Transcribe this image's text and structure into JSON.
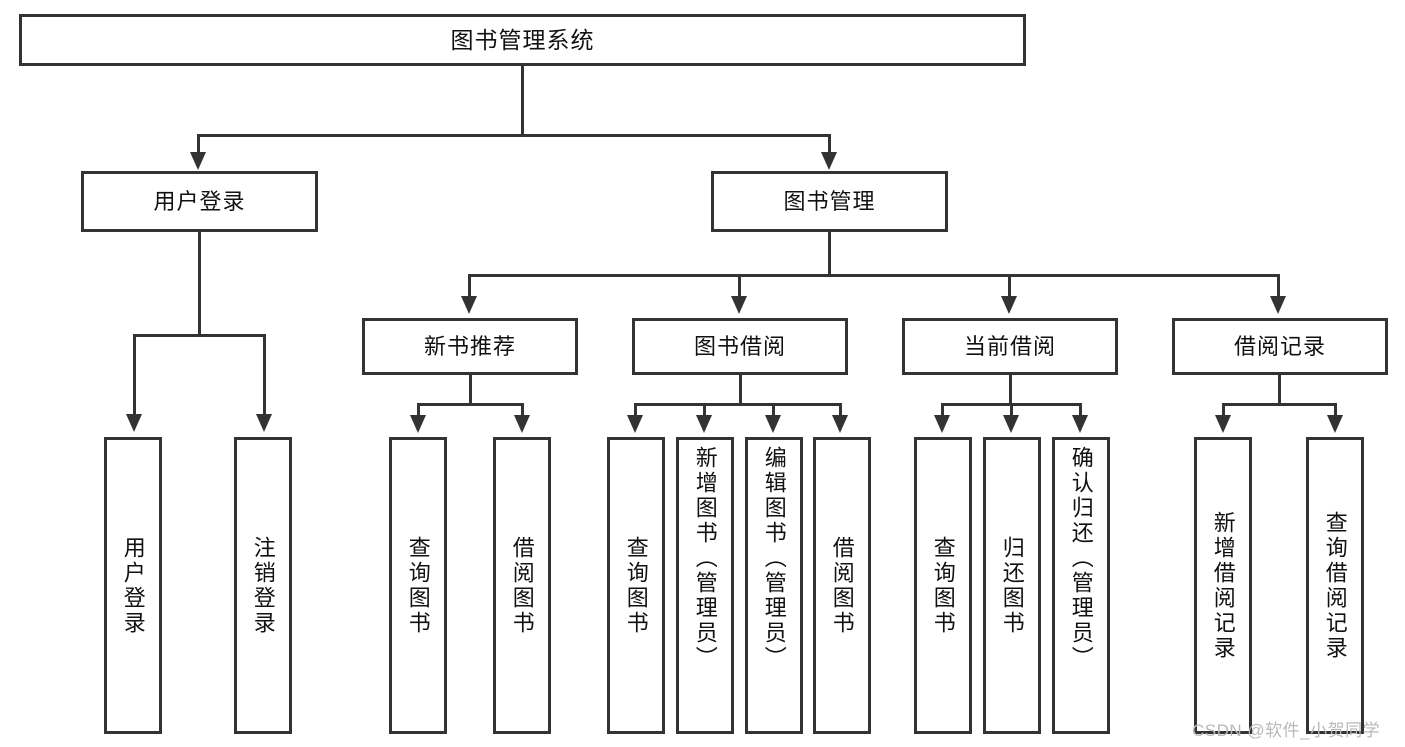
{
  "diagram": {
    "title": "图书管理系统",
    "type": "tree-hierarchy-chart",
    "root": {
      "label": "图书管理系统"
    },
    "level1": [
      {
        "label": "用户登录"
      },
      {
        "label": "图书管理"
      }
    ],
    "level2": [
      {
        "label": "新书推荐"
      },
      {
        "label": "图书借阅"
      },
      {
        "label": "当前借阅"
      },
      {
        "label": "借阅记录"
      }
    ],
    "leaves": {
      "user_login": [
        {
          "label": "用户登录"
        },
        {
          "label": "注销登录"
        }
      ],
      "new_book_recommend": [
        {
          "label": "查询图书"
        },
        {
          "label": "借阅图书"
        }
      ],
      "book_borrow": [
        {
          "label": "查询图书"
        },
        {
          "label": "新增图书（管理员）"
        },
        {
          "label": "编辑图书（管理员）"
        },
        {
          "label": "借阅图书"
        }
      ],
      "current_borrow": [
        {
          "label": "查询图书"
        },
        {
          "label": "归还图书"
        },
        {
          "label": "确认归还（管理员）"
        }
      ],
      "borrow_record": [
        {
          "label": "新增借阅记录"
        },
        {
          "label": "查询借阅记录"
        }
      ]
    }
  },
  "watermark": {
    "text": "CSDN @软件_小贺同学"
  },
  "colors": {
    "stroke": "#333333",
    "background": "#ffffff",
    "text": "#111111",
    "watermark": "#b9b9b9"
  }
}
